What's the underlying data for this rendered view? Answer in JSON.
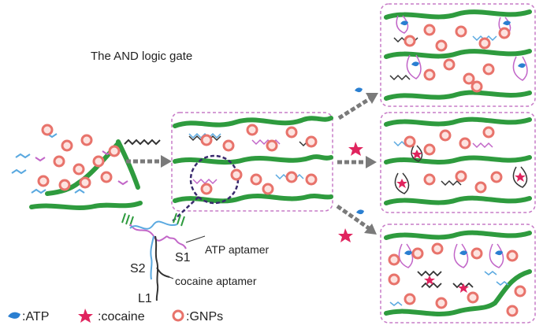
{
  "title": "The AND logic gate",
  "labels": {
    "atp_aptamer": "ATP aptamer",
    "cocaine_aptamer": "cocaine aptamer",
    "s1": "S1",
    "s2": "S2",
    "l1": "L1"
  },
  "legend": {
    "atp": ":ATP",
    "cocaine": ":cocaine",
    "gnps": ":GNPs"
  },
  "colors": {
    "polymer": "#2e9b3e",
    "gnp": "#e8736b",
    "atp": "#2a7fd1",
    "cocaine": "#e0245e",
    "strand_pink": "#c266c8",
    "strand_blue": "#5aa9e0",
    "strand_dark": "#333333",
    "box_border": "#c77bc7",
    "arrow": "#7a7a7a"
  }
}
